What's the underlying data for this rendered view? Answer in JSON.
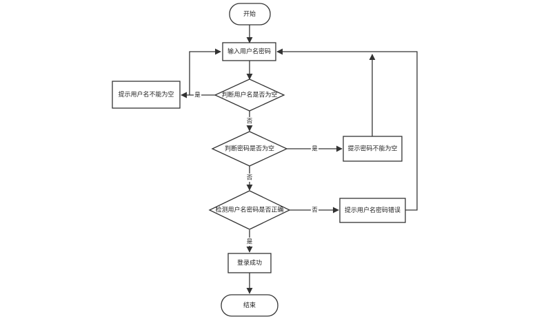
{
  "nodes": {
    "start": "开始",
    "input": "输入用户名密码",
    "check_user": "判断用户名是否为空",
    "prompt_user_empty": "提示用户名不能为空",
    "check_pwd": "判断密码是否为空",
    "prompt_pwd_empty": "提示密码不能为空",
    "verify": "检测用户名密码是否正确",
    "prompt_error": "提示用户名密码错误",
    "success": "登录成功",
    "end": "结束"
  },
  "edges": {
    "user_yes": "是",
    "user_no": "否",
    "pwd_yes": "是",
    "pwd_no": "否",
    "verify_no": "否",
    "verify_yes": "是"
  }
}
